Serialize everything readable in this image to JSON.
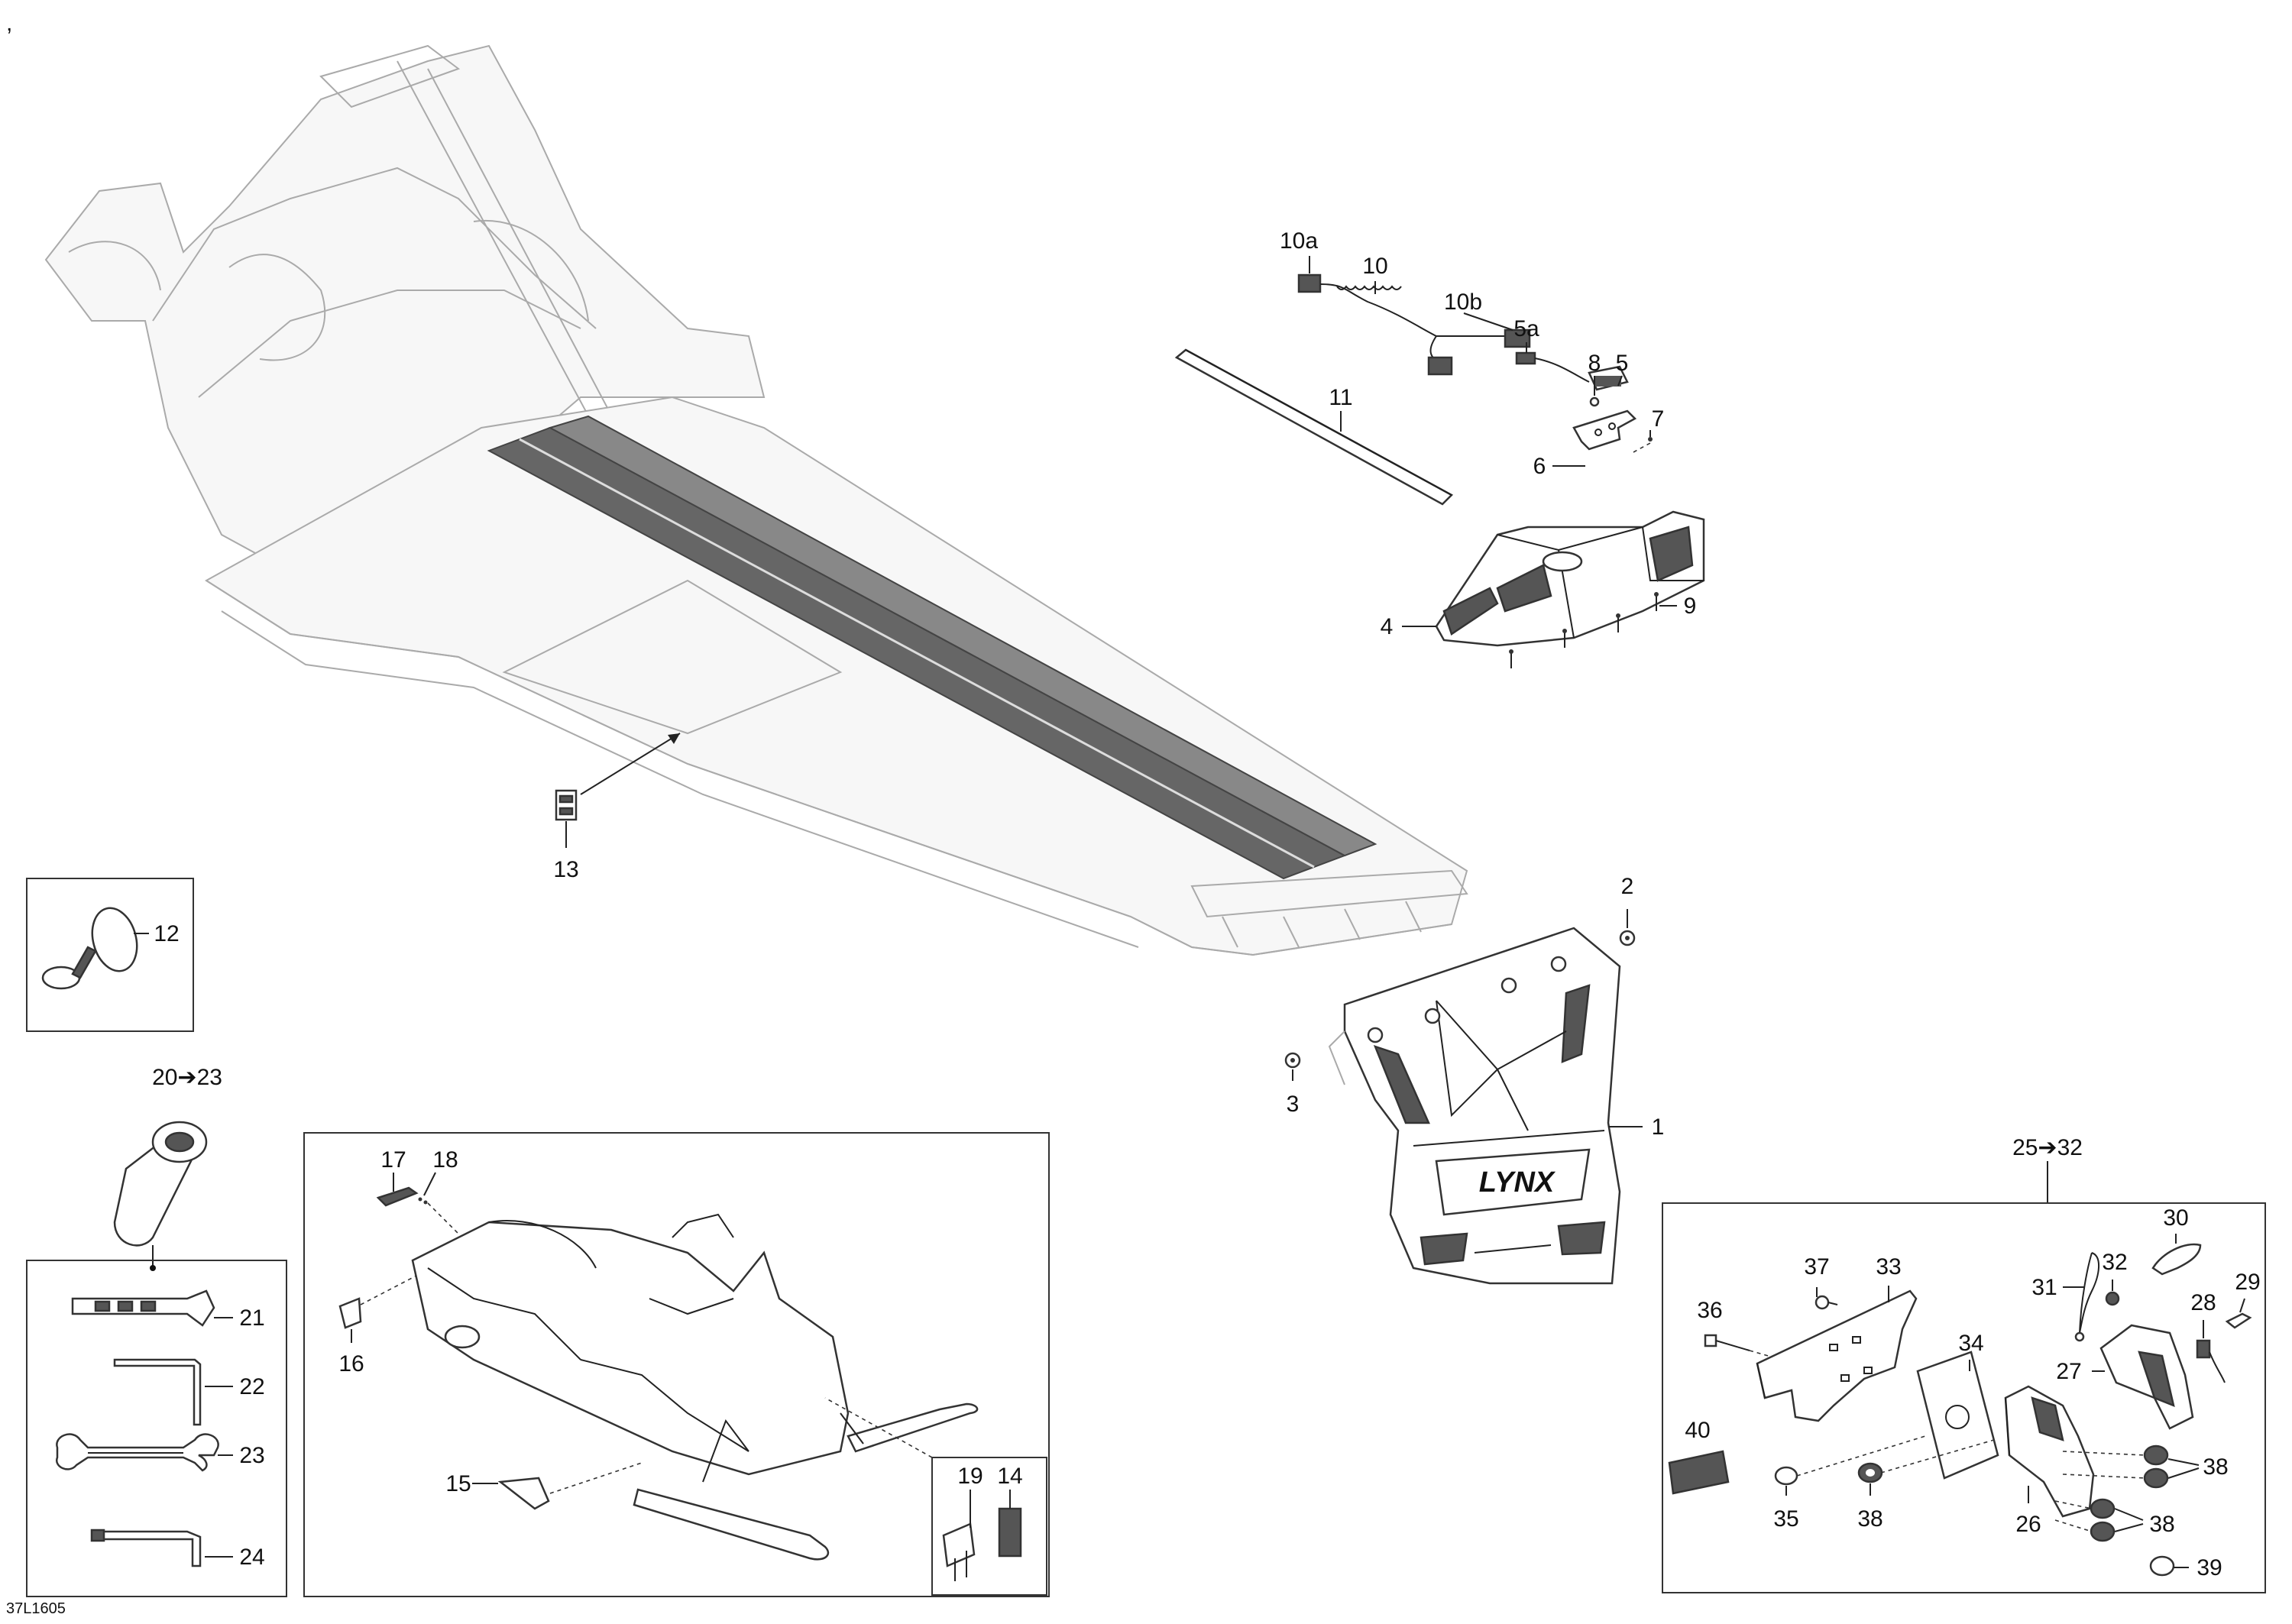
{
  "diagram": {
    "code": "37L1605",
    "corner_mark": ",",
    "callouts": {
      "c1": "1",
      "c2": "2",
      "c3": "3",
      "c4": "4",
      "c5": "5",
      "c5a": "5a",
      "c6": "6",
      "c7": "7",
      "c8": "8",
      "c9": "9",
      "c10": "10",
      "c10a": "10a",
      "c10b": "10b",
      "c11": "11",
      "c12": "12",
      "c13": "13",
      "c14": "14",
      "c15": "15",
      "c16": "16",
      "c17": "17",
      "c18": "18",
      "c19": "19",
      "c20_23": "20➔23",
      "c21": "21",
      "c22": "22",
      "c23": "23",
      "c24": "24",
      "c25_32": "25➔32",
      "c26": "26",
      "c27": "27",
      "c28": "28",
      "c29": "29",
      "c30": "30",
      "c31": "31",
      "c32": "32",
      "c33": "33",
      "c34": "34",
      "c35": "35",
      "c36": "36",
      "c37": "37",
      "c38a": "38",
      "c38b": "38",
      "c38c": "38",
      "c39": "39",
      "c40": "40"
    },
    "decal_text": "LYNX"
  }
}
